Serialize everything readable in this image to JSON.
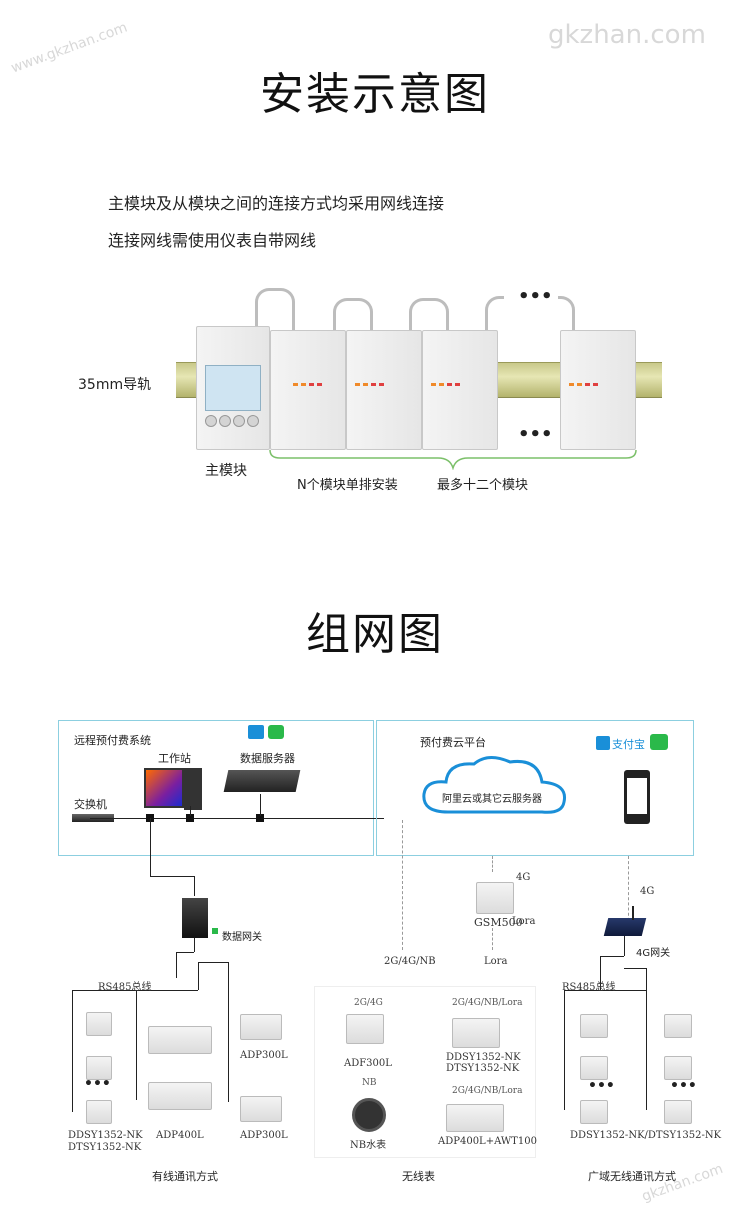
{
  "watermarks": [
    "gkzhan.com",
    "www.gkzhan.com",
    "gkzhan.com"
  ],
  "install": {
    "title": "安装示意图",
    "notes": [
      "主模块及从模块之间的连接方式均采用网线连接",
      "连接网线需使用仪表自带网线"
    ],
    "rail_label": "35mm导轨",
    "main_module_label": "主模块",
    "n_modules_label": "N个模块单排安装",
    "max_label": "最多十二个模块",
    "ellipsis": "•••"
  },
  "network": {
    "title": "组网图",
    "remote_panel": {
      "title": "远程预付费系统",
      "workstation": "工作站",
      "data_server": "数据服务器",
      "switch": "交换机",
      "gateway": "数据网关"
    },
    "cloud_panel": {
      "title": "预付费云平台",
      "cloud": "阿里云或其它云服务器",
      "alipay": "支付宝"
    },
    "wireless_labels": {
      "gsm_4g": "4G",
      "gsm": "GSM500",
      "lora_right": "Lora",
      "lora_bottom": "Lora",
      "link_2g4gnb": "2G/4G/NB",
      "right_4g": "4G",
      "gw_4g": "4G网关"
    },
    "wired": {
      "bus": "RS485总线",
      "meter": "DDSY1352-NK",
      "meter2": "DTSY1352-NK",
      "adp400l": "ADP400L",
      "adp300l_top": "ADP300L",
      "adp300l_bottom": "ADP300L",
      "caption": "有线通讯方式",
      "ellipsis": "•••"
    },
    "wireless": {
      "tag1": "2G/4G",
      "tag2": "2G/4G/NB/Lora",
      "tag3": "NB",
      "tag4": "2G/4G/NB/Lora",
      "adf300l": "ADF300L",
      "ddsy": "DDSY1352-NK",
      "dtsy": "DTSY1352-NK",
      "nb_meter": "NB水表",
      "adp400l_awt": "ADP400L+AWT100",
      "caption": "无线表"
    },
    "wan": {
      "bus": "RS485总线",
      "meters": "DDSY1352-NK/DTSY1352-NK",
      "caption": "广域无线通讯方式",
      "ellipsis": "•••"
    }
  }
}
